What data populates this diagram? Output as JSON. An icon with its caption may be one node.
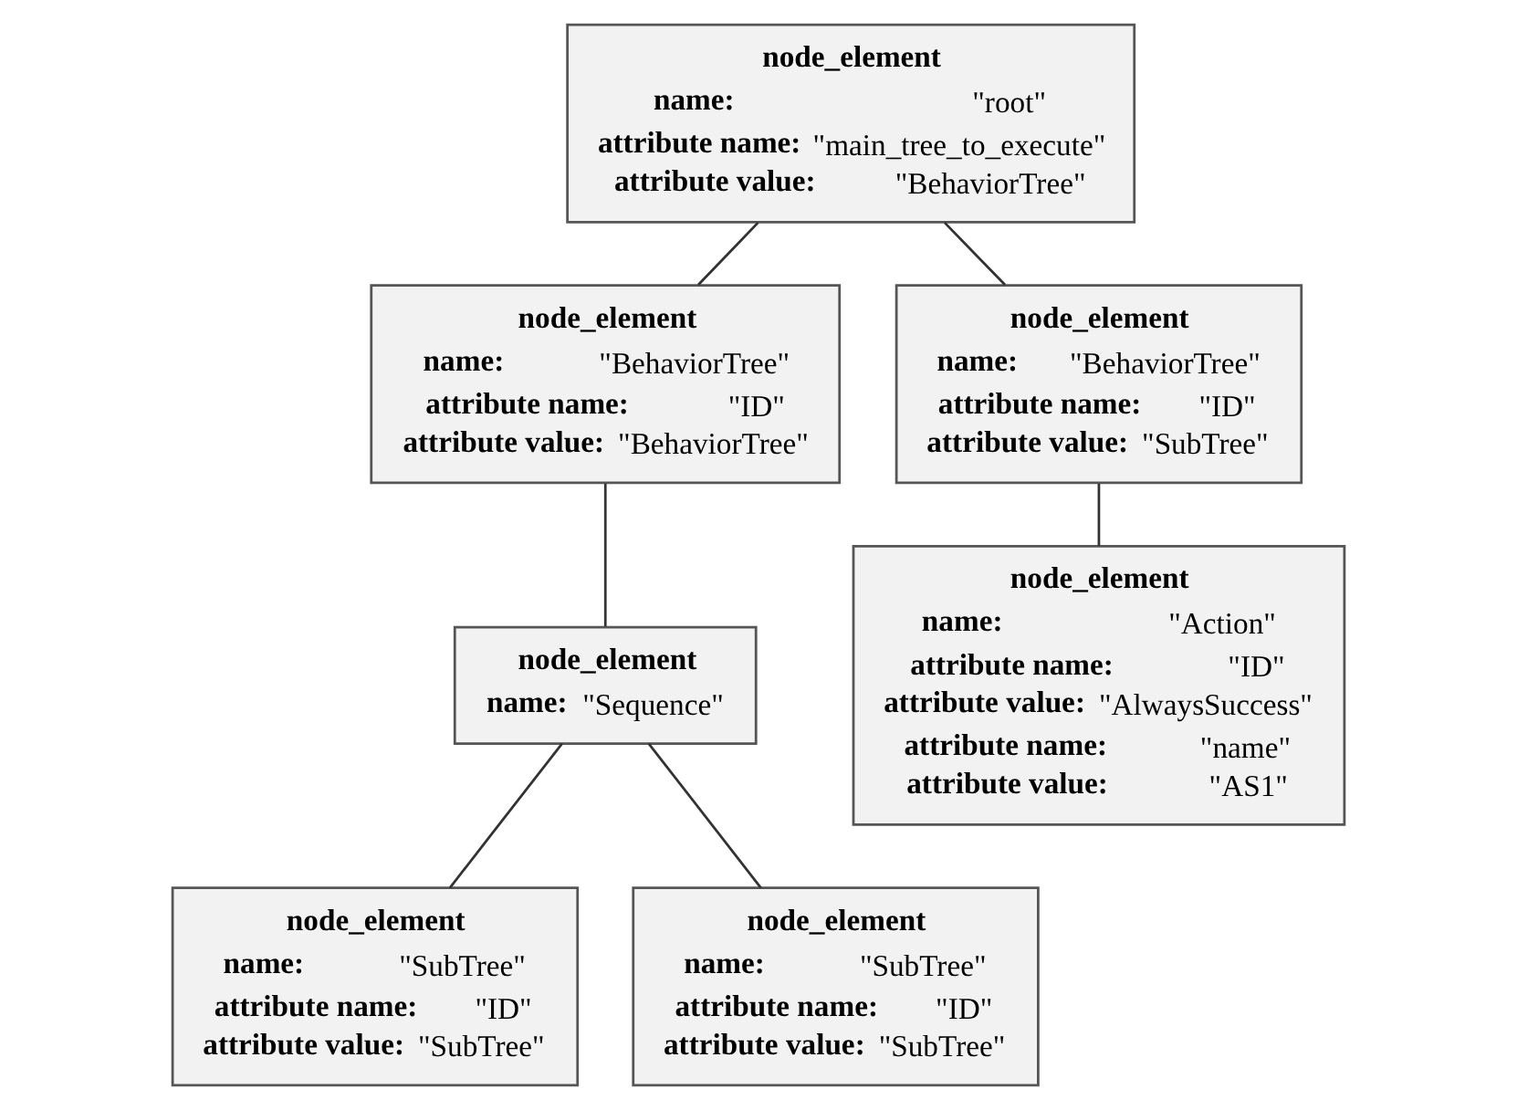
{
  "diagram": {
    "nodes": [
      {
        "text": [
          "node_element",
          "name: \"root\"",
          "attribute name: \"main_tree_to_execute\"",
          "attribute value: \"BehaviorTree\""
        ]
      },
      {
        "text": [
          "node_element",
          "name: \"BehaviorTree\"",
          "attribute name: \"ID\"",
          "attribute value: \"BehaviorTree\""
        ]
      },
      {
        "text": [
          "node_element",
          "name: \"BehaviorTree\"",
          "attribute name: \"ID\"",
          "attribute value: \"SubTree\""
        ]
      },
      {
        "text": [
          "node_element",
          "name: \"Sequence\""
        ]
      },
      {
        "text": [
          "node_element",
          "name: \"Action\"",
          "attribute name: \"ID\"",
          "attribute value: \"AlwaysSuccess\"",
          "attribute name: \"name\"",
          "attribute value: \"AS1\""
        ]
      },
      {
        "text": [
          "node_element",
          "name: \"SubTree\"",
          "attribute name: \"ID\"",
          "attribute value: \"SubTree\""
        ]
      },
      {
        "text": [
          "node_element",
          "name: \"SubTree\"",
          "attribute name: \"ID\"",
          "attribute value: \"SubTree\""
        ]
      }
    ],
    "edges": [
      {
        "from": 0,
        "to": 1,
        "arrow": "none"
      },
      {
        "from": 0,
        "to": 2,
        "arrow": "none"
      },
      {
        "from": 1,
        "to": 3,
        "arrow": "none"
      },
      {
        "from": 2,
        "to": 4,
        "arrow": "none"
      },
      {
        "from": 3,
        "to": 5,
        "arrow": "none"
      },
      {
        "from": 3,
        "to": 6,
        "arrow": "none"
      }
    ]
  }
}
